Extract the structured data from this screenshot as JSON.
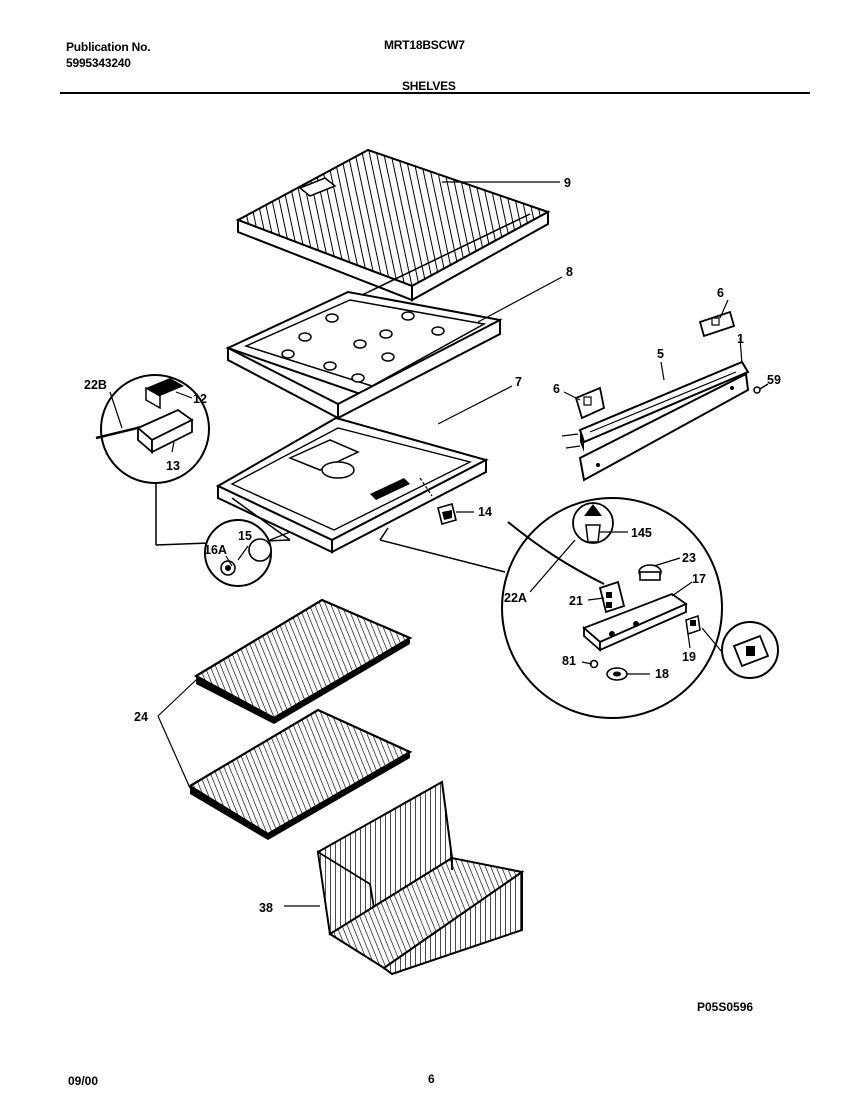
{
  "header": {
    "publication_label": "Publication No.",
    "publication_number": "5995343240",
    "model": "MRT18BSCW7",
    "section": "SHELVES"
  },
  "parts": {
    "p9": "9",
    "p8": "8",
    "p7": "7",
    "p6a": "6",
    "p6b": "6",
    "p5": "5",
    "p1": "1",
    "p59": "59",
    "p22B": "22B",
    "p12": "12",
    "p13": "13",
    "p14": "14",
    "p15": "15",
    "p16A": "16A",
    "p145": "145",
    "p23": "23",
    "p17": "17",
    "p22A": "22A",
    "p21": "21",
    "p19": "19",
    "p81": "81",
    "p18": "18",
    "p24": "24",
    "p38": "38"
  },
  "footer": {
    "date": "09/00",
    "page": "6",
    "drawing_code": "P05S0596"
  }
}
